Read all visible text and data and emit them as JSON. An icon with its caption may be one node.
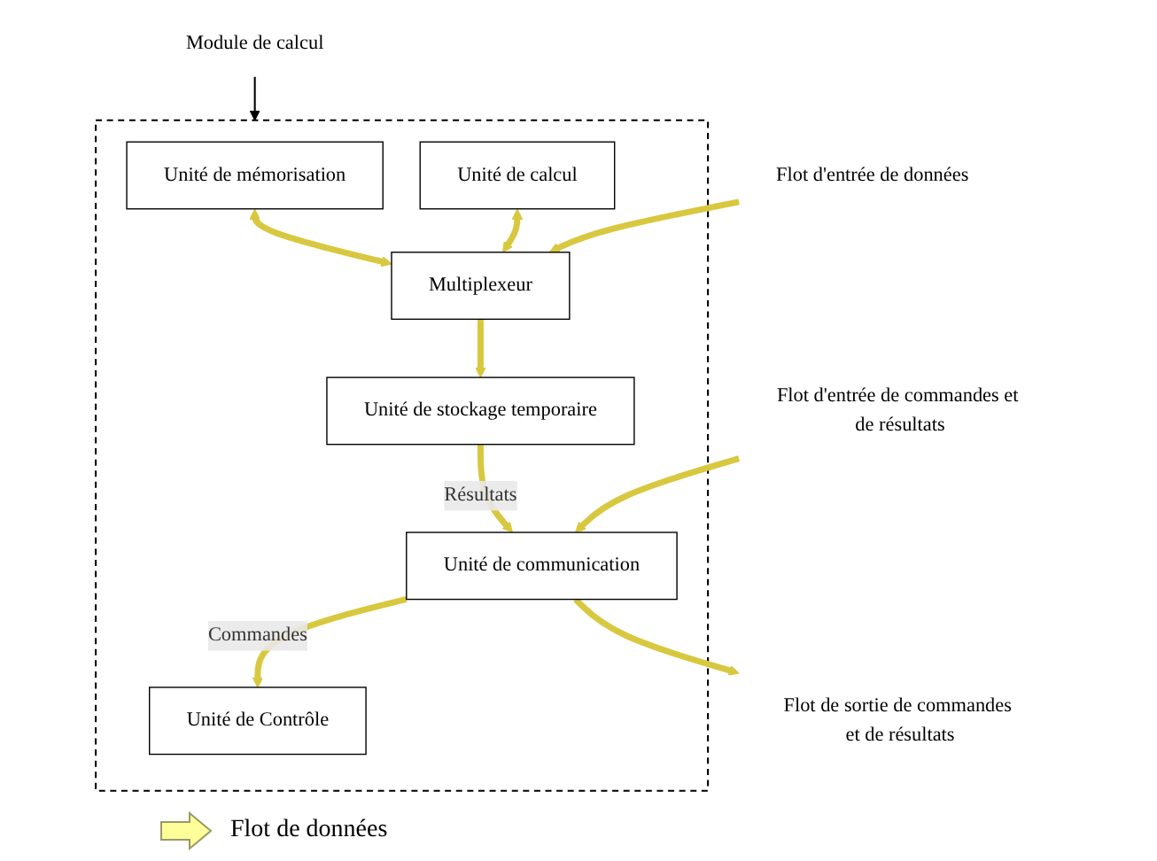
{
  "diagram": {
    "nodes": [
      {
        "text": [
          "Module de calcul"
        ]
      },
      {
        "text": [],
        "shape": "box"
      },
      {
        "text": [
          "Unité de mémorisation"
        ],
        "in": 1
      },
      {
        "text": [
          "Unité de calcul"
        ],
        "in": 1
      },
      {
        "text": [
          "Multiplexeur"
        ],
        "in": 1
      },
      {
        "text": [
          "Unité de Contrôle"
        ],
        "in": 1
      },
      {
        "text": [
          "Unité de stockage temporaire"
        ],
        "in": 1
      },
      {
        "text": [
          "Unité de communication"
        ],
        "in": 1
      },
      {
        "text": [
          "Flot d'entrée de données"
        ]
      },
      {
        "text": [
          "Flot d'entrée de commandes et de résultats"
        ]
      },
      {
        "text": [
          "Flot de sortie de commandes et de résultats"
        ]
      }
    ],
    "edges": [
      {
        "from": 0,
        "to": 1,
        "arrow": "to",
        "color": "#000000"
      },
      {
        "from": 2,
        "to": 4,
        "arrow": "both"
      },
      {
        "from": 3,
        "to": 4,
        "arrow": "both"
      },
      {
        "from": 8,
        "to": 4,
        "arrow": "to"
      },
      {
        "from": 4,
        "to": 6,
        "arrow": "to"
      },
      {
        "from": 7,
        "to": 5,
        "arrow": "to",
        "label": "Commandes"
      },
      {
        "from": 6,
        "to": 7,
        "arrow": "to",
        "label": "Résultats"
      },
      {
        "from": 9,
        "to": 7,
        "arrow": "to"
      },
      {
        "from": 7,
        "to": 10,
        "arrow": "to"
      }
    ],
    "legend": [
      {
        "text": "Flot de données"
      }
    ]
  }
}
